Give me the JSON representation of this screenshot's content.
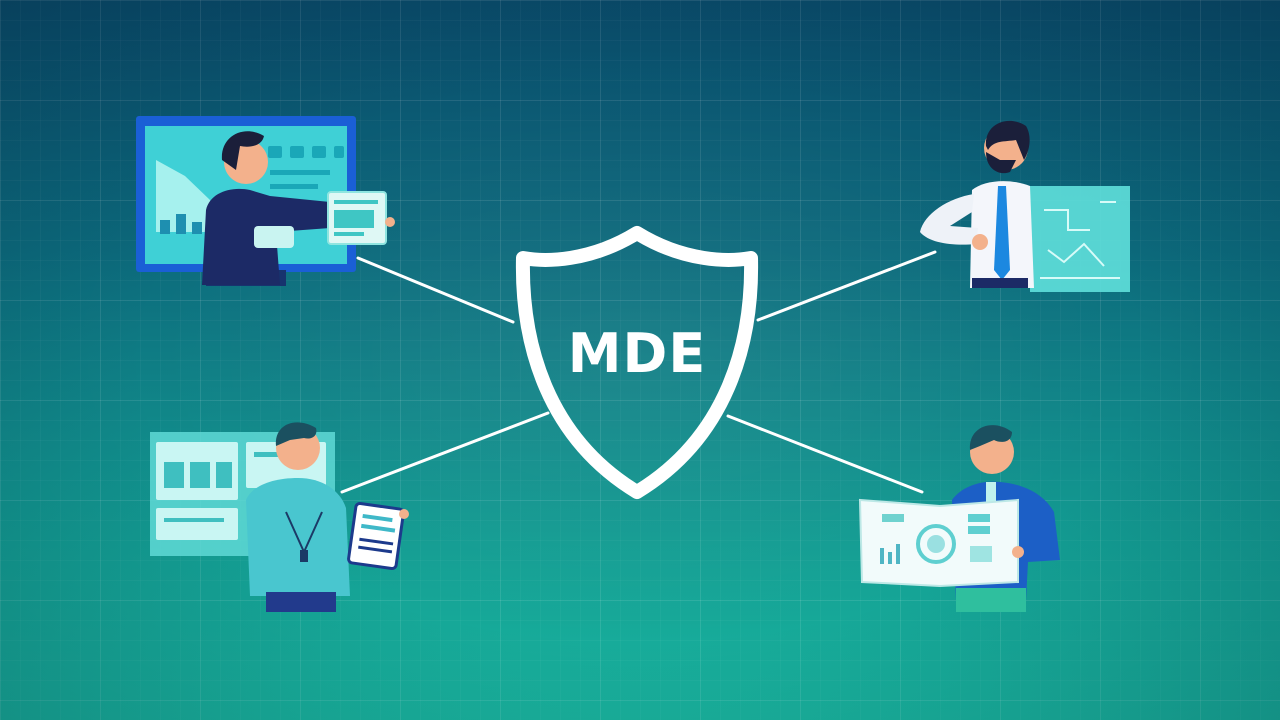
{
  "center": {
    "label": "MDE",
    "icon": "shield-icon"
  },
  "nodes": [
    {
      "id": "top-left",
      "icon": "analyst-dashboard-illustration"
    },
    {
      "id": "top-right",
      "icon": "businessman-presentation-illustration"
    },
    {
      "id": "bottom-left",
      "icon": "user-tablet-illustration"
    },
    {
      "id": "bottom-right",
      "icon": "user-report-illustration"
    }
  ],
  "colors": {
    "background_top": "#0a4c6b",
    "background_bottom": "#1ab7a0",
    "connector": "#ffffff",
    "shield": "#ffffff"
  }
}
